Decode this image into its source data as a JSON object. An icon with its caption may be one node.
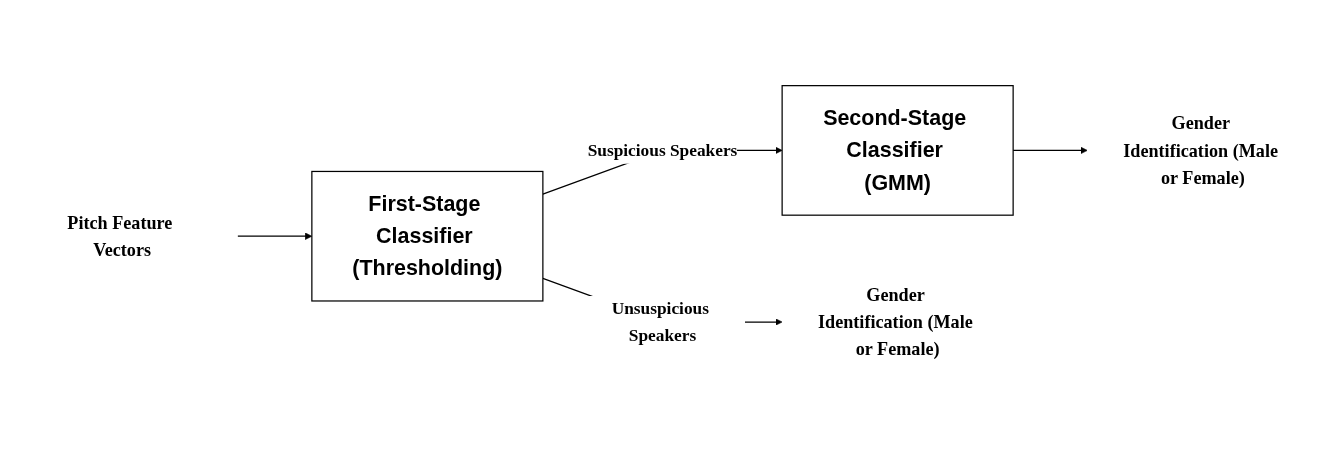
{
  "diagram": {
    "nodes": [
      {
        "text": [
          "Pitch Feature Vectors"
        ]
      },
      {
        "text": [
          "First-Stage Classifier (Thresholding)"
        ]
      },
      {
        "text": [
          "Second-Stage Classifier (GMM)"
        ]
      },
      {
        "text": [
          "Gender Identification (Male or Female)"
        ]
      },
      {
        "text": [
          "Gender Identification (Male or Female)"
        ]
      }
    ],
    "edges": [
      {
        "from": 0,
        "to": 1,
        "arrow": "to"
      },
      {
        "from": 1,
        "to": 2,
        "arrow": "to",
        "label": "Suspicious Speakers"
      },
      {
        "from": 1,
        "to": 3,
        "arrow": "to",
        "label": "Unsuspicious Speakers"
      },
      {
        "from": 2,
        "to": 4,
        "arrow": "to"
      }
    ]
  }
}
